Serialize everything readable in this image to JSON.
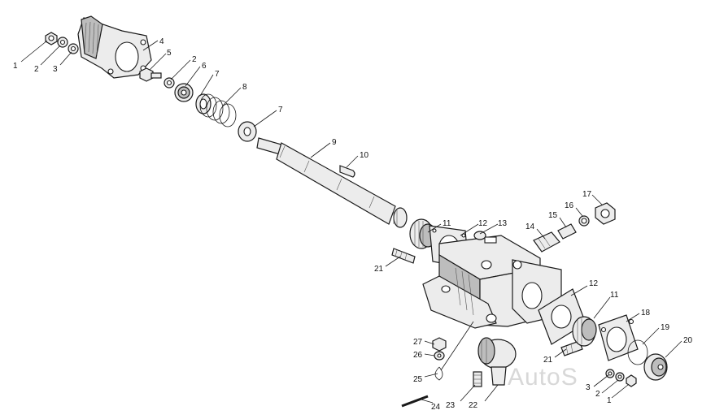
{
  "watermark": "AutoS",
  "callouts": [
    "1",
    "2",
    "3",
    "4",
    "5",
    "2",
    "6",
    "7",
    "8",
    "7",
    "9",
    "10",
    "11",
    "12",
    "13",
    "14",
    "15",
    "16",
    "17",
    "21",
    "12",
    "11",
    "18",
    "19",
    "20",
    "21",
    "27",
    "26",
    "25",
    "3",
    "2",
    "1",
    "24",
    "23",
    "22"
  ]
}
